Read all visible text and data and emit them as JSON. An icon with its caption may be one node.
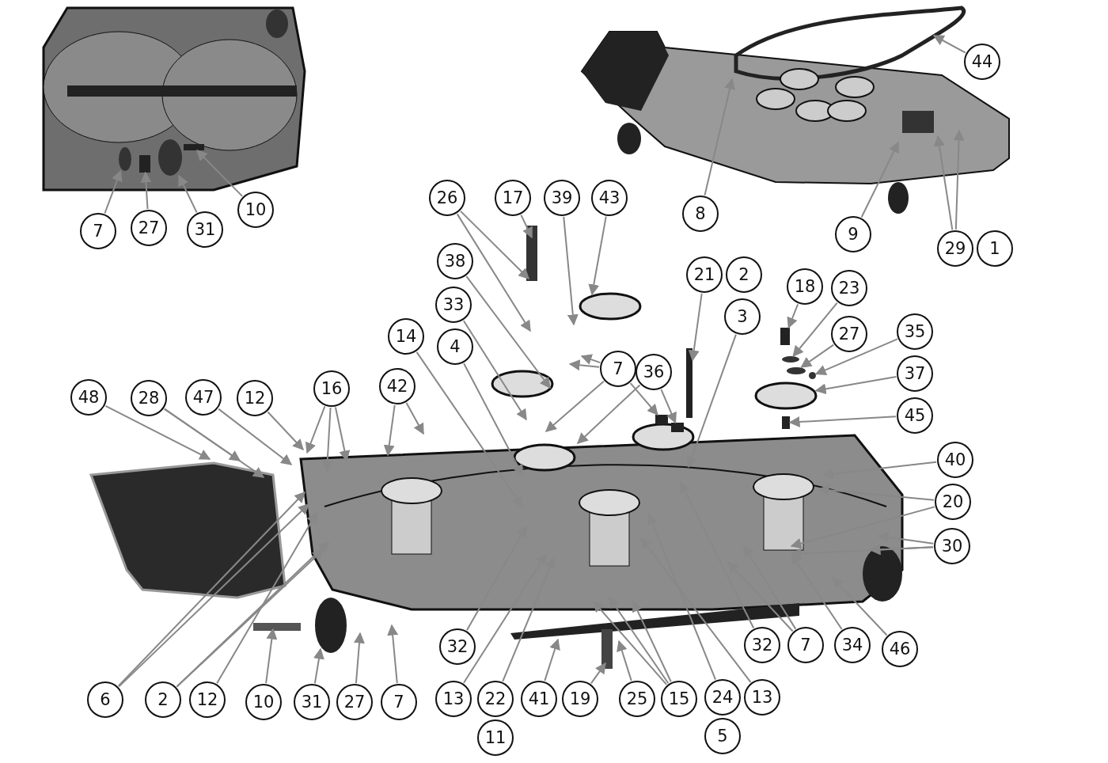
{
  "diagram": {
    "nodes": [
      {
        "text": [
          "7"
        ]
      },
      {
        "text": [
          "27"
        ]
      },
      {
        "text": [
          "31"
        ]
      },
      {
        "text": [
          "10"
        ]
      },
      {
        "text": [
          "44"
        ]
      },
      {
        "text": [
          "8"
        ]
      },
      {
        "text": [
          "9"
        ]
      },
      {
        "text": [
          "29"
        ]
      },
      {
        "text": [
          "1"
        ]
      },
      {
        "text": [
          "26"
        ]
      },
      {
        "text": [
          "17"
        ]
      },
      {
        "text": [
          "39"
        ]
      },
      {
        "text": [
          "43"
        ]
      },
      {
        "text": [
          "21"
        ]
      },
      {
        "text": [
          "2"
        ]
      },
      {
        "text": [
          "38"
        ]
      },
      {
        "text": [
          "18"
        ]
      },
      {
        "text": [
          "23"
        ]
      },
      {
        "text": [
          "33"
        ]
      },
      {
        "text": [
          "3"
        ]
      },
      {
        "text": [
          "27"
        ]
      },
      {
        "text": [
          "35"
        ]
      },
      {
        "text": [
          "14"
        ]
      },
      {
        "text": [
          "4"
        ]
      },
      {
        "text": [
          "7"
        ]
      },
      {
        "text": [
          "36"
        ]
      },
      {
        "text": [
          "37"
        ]
      },
      {
        "text": [
          "42"
        ]
      },
      {
        "text": [
          "16"
        ]
      },
      {
        "text": [
          "48"
        ]
      },
      {
        "text": [
          "28"
        ]
      },
      {
        "text": [
          "47"
        ]
      },
      {
        "text": [
          "12"
        ]
      },
      {
        "text": [
          "45"
        ]
      },
      {
        "text": [
          "40"
        ]
      },
      {
        "text": [
          "20"
        ]
      },
      {
        "text": [
          "30"
        ]
      },
      {
        "text": [
          "32"
        ]
      },
      {
        "text": [
          "32"
        ]
      },
      {
        "text": [
          "7"
        ]
      },
      {
        "text": [
          "34"
        ]
      },
      {
        "text": [
          "46"
        ]
      },
      {
        "text": [
          "13"
        ]
      },
      {
        "text": [
          "22"
        ]
      },
      {
        "text": [
          "41"
        ]
      },
      {
        "text": [
          "19"
        ]
      },
      {
        "text": [
          "25"
        ]
      },
      {
        "text": [
          "15"
        ]
      },
      {
        "text": [
          "24"
        ]
      },
      {
        "text": [
          "13"
        ]
      },
      {
        "text": [
          "6"
        ]
      },
      {
        "text": [
          "2"
        ]
      },
      {
        "text": [
          "12"
        ]
      },
      {
        "text": [
          "10"
        ]
      },
      {
        "text": [
          "31"
        ]
      },
      {
        "text": [
          "27"
        ]
      },
      {
        "text": [
          "7"
        ]
      },
      {
        "text": [
          "11"
        ]
      },
      {
        "text": [
          "5"
        ]
      },
      {
        "text": [],
        "shape": "circle"
      },
      {
        "text": [],
        "shape": "box"
      },
      {
        "text": [],
        "shape": "circle"
      },
      {
        "text": [],
        "shape": "box"
      },
      {
        "text": [],
        "shape": "box"
      },
      {
        "text": [],
        "shape": "box"
      },
      {
        "text": [],
        "shape": "circle"
      },
      {
        "text": [],
        "shape": "circle"
      },
      {
        "text": [],
        "shape": "box"
      },
      {
        "text": [],
        "shape": "box"
      },
      {
        "text": [],
        "shape": "circle"
      },
      {
        "text": [],
        "shape": "circle"
      },
      {
        "text": [],
        "shape": "box"
      }
    ],
    "edges": [
      {
        "from": 0,
        "to": 59,
        "arrow": "to"
      },
      {
        "from": 1,
        "to": 60,
        "arrow": "to"
      },
      {
        "from": 2,
        "to": 61,
        "arrow": "to"
      },
      {
        "from": 3,
        "to": 62,
        "arrow": "to"
      },
      {
        "from": 4,
        "to": null,
        "arrow": "to"
      },
      {
        "from": 5,
        "to": null,
        "arrow": "to"
      },
      {
        "from": 6,
        "to": null,
        "arrow": "to"
      },
      {
        "from": 7,
        "to": null,
        "arrow": "to"
      },
      {
        "from": 7,
        "to": null,
        "arrow": "to"
      },
      {
        "from": 9,
        "to": null,
        "arrow": "to"
      },
      {
        "from": 9,
        "to": null,
        "arrow": "to"
      },
      {
        "from": 10,
        "to": null,
        "arrow": "to"
      },
      {
        "from": 11,
        "to": null,
        "arrow": "to"
      },
      {
        "from": 12,
        "to": null,
        "arrow": "to"
      },
      {
        "from": 13,
        "to": 63,
        "arrow": "to"
      },
      {
        "from": 15,
        "to": null,
        "arrow": "to"
      },
      {
        "from": 16,
        "to": 64,
        "arrow": "to"
      },
      {
        "from": 17,
        "to": 65,
        "arrow": "to"
      },
      {
        "from": 18,
        "to": null,
        "arrow": "to"
      },
      {
        "from": 19,
        "to": null,
        "arrow": "to"
      },
      {
        "from": 20,
        "to": 66,
        "arrow": "to"
      },
      {
        "from": 21,
        "to": 69,
        "arrow": "to"
      },
      {
        "from": 22,
        "to": null,
        "arrow": "to"
      },
      {
        "from": 23,
        "to": null,
        "arrow": "to"
      },
      {
        "from": 24,
        "to": null,
        "arrow": "to"
      },
      {
        "from": 24,
        "to": null,
        "arrow": "to"
      },
      {
        "from": 24,
        "to": null,
        "arrow": "to"
      },
      {
        "from": 24,
        "to": 67,
        "arrow": "to"
      },
      {
        "from": 25,
        "to": 68,
        "arrow": "to"
      },
      {
        "from": 25,
        "to": null,
        "arrow": "to"
      },
      {
        "from": 26,
        "to": 70,
        "arrow": "to"
      },
      {
        "from": 27,
        "to": null,
        "arrow": "to"
      },
      {
        "from": 27,
        "to": null,
        "arrow": "to"
      },
      {
        "from": 28,
        "to": null,
        "arrow": "to"
      },
      {
        "from": 28,
        "to": null,
        "arrow": "to"
      },
      {
        "from": 28,
        "to": null,
        "arrow": "to"
      },
      {
        "from": 29,
        "to": null,
        "arrow": "to"
      },
      {
        "from": 30,
        "to": null,
        "arrow": "to"
      },
      {
        "from": 30,
        "to": null,
        "arrow": "to"
      },
      {
        "from": 31,
        "to": null,
        "arrow": "to"
      },
      {
        "from": 32,
        "to": null,
        "arrow": "to"
      },
      {
        "from": 33,
        "to": 71,
        "arrow": "to"
      },
      {
        "from": 34,
        "to": null,
        "arrow": "to"
      },
      {
        "from": 35,
        "to": null,
        "arrow": "to"
      },
      {
        "from": 35,
        "to": null,
        "arrow": "to"
      },
      {
        "from": 36,
        "to": null,
        "arrow": "to"
      },
      {
        "from": 36,
        "to": null,
        "arrow": "to"
      },
      {
        "from": 36,
        "to": null,
        "arrow": "to"
      },
      {
        "from": 37,
        "to": null,
        "arrow": "to"
      },
      {
        "from": 38,
        "to": null,
        "arrow": "to"
      },
      {
        "from": 39,
        "to": null,
        "arrow": "to"
      },
      {
        "from": 39,
        "to": null,
        "arrow": "to"
      },
      {
        "from": 40,
        "to": null,
        "arrow": "to"
      },
      {
        "from": 41,
        "to": null,
        "arrow": "to"
      },
      {
        "from": 42,
        "to": null,
        "arrow": "to"
      },
      {
        "from": 43,
        "to": null,
        "arrow": "to"
      },
      {
        "from": 44,
        "to": null,
        "arrow": "to"
      },
      {
        "from": 45,
        "to": null,
        "arrow": "to"
      },
      {
        "from": 46,
        "to": null,
        "arrow": "to"
      },
      {
        "from": 47,
        "to": null,
        "arrow": "to"
      },
      {
        "from": 47,
        "to": null,
        "arrow": "to"
      },
      {
        "from": 47,
        "to": null,
        "arrow": "to"
      },
      {
        "from": 48,
        "to": null,
        "arrow": "to"
      },
      {
        "from": 49,
        "to": null,
        "arrow": "to"
      },
      {
        "from": 50,
        "to": null,
        "arrow": "to"
      },
      {
        "from": 50,
        "to": null,
        "arrow": "to"
      },
      {
        "from": 51,
        "to": null,
        "arrow": "to"
      },
      {
        "from": 51,
        "to": null,
        "arrow": "to"
      },
      {
        "from": 52,
        "to": null,
        "arrow": "to"
      },
      {
        "from": 53,
        "to": null,
        "arrow": "to"
      },
      {
        "from": 54,
        "to": null,
        "arrow": "to"
      },
      {
        "from": 55,
        "to": null,
        "arrow": "to"
      },
      {
        "from": 56,
        "to": null,
        "arrow": "to"
      }
    ]
  }
}
